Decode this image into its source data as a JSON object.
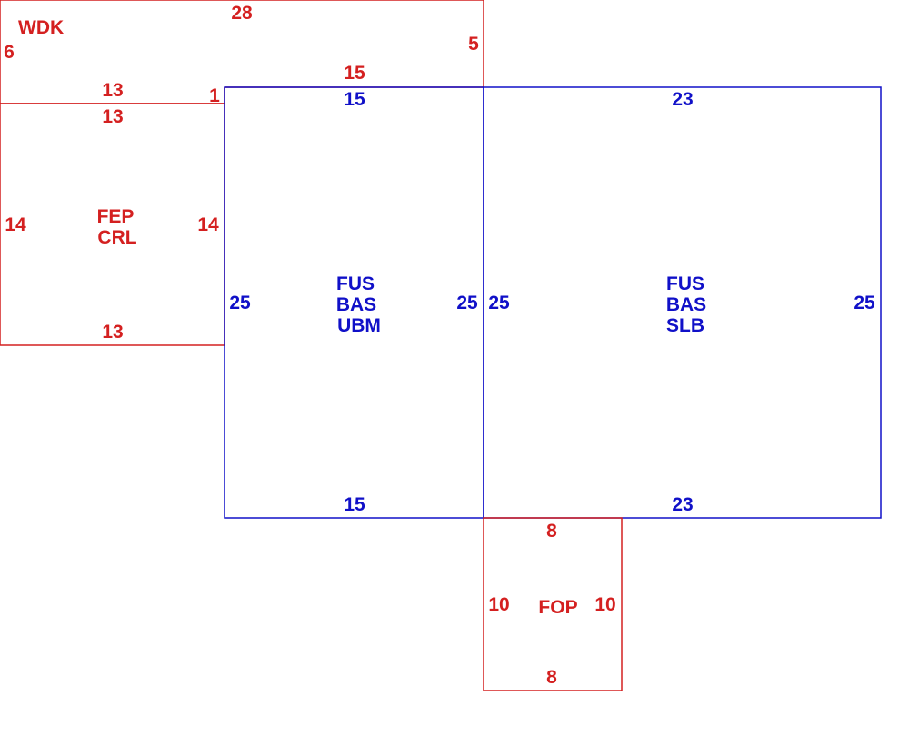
{
  "colors": {
    "addition": "#d42020",
    "base": "#1010c8"
  },
  "areas": [
    {
      "id": "wdk",
      "kind": "addition",
      "labels": [
        "WDK"
      ],
      "dimensions": {
        "top": "28",
        "left": "6",
        "right": "5",
        "bottom_left": "13",
        "bottom_right": "15",
        "step": "1"
      }
    },
    {
      "id": "fep-crl",
      "kind": "addition",
      "labels": [
        "FEP",
        "CRL"
      ],
      "dimensions": {
        "top": "13",
        "bottom": "13",
        "left": "14",
        "right": "14"
      }
    },
    {
      "id": "fus-bas-ubm",
      "kind": "base",
      "labels": [
        "FUS",
        "BAS",
        "UBM"
      ],
      "dimensions": {
        "top": "15",
        "bottom": "15",
        "left": "25",
        "right": "25"
      }
    },
    {
      "id": "fus-bas-slb",
      "kind": "base",
      "labels": [
        "FUS",
        "BAS",
        "SLB"
      ],
      "dimensions": {
        "top": "23",
        "bottom": "23",
        "left": "25",
        "right": "25"
      }
    },
    {
      "id": "fop",
      "kind": "addition",
      "labels": [
        "FOP"
      ],
      "dimensions": {
        "top": "8",
        "bottom": "8",
        "left": "10",
        "right": "10"
      }
    }
  ]
}
